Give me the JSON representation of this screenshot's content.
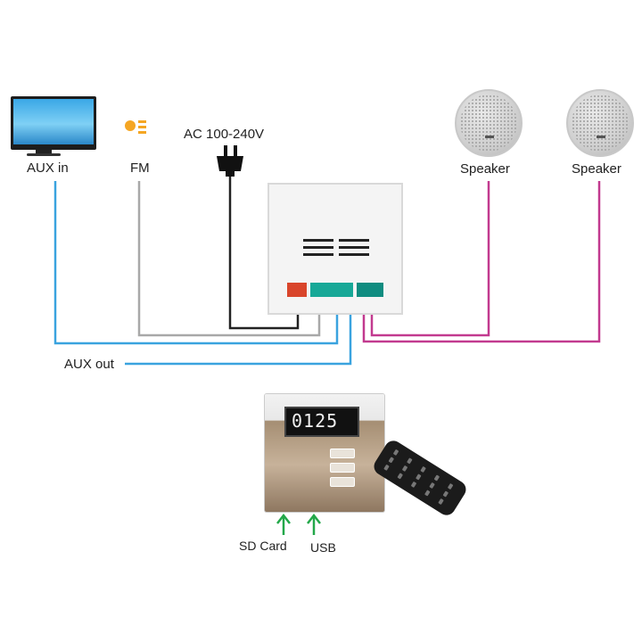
{
  "labels": {
    "aux_in": "AUX in",
    "fm": "FM",
    "ac": "AC 100-240V",
    "speaker_left": "Speaker",
    "speaker_right": "Speaker",
    "aux_out": "AUX out",
    "sd_card": "SD Card",
    "usb": "USB"
  },
  "display": {
    "lcd_time": "0125"
  },
  "colors": {
    "aux_in_wire": "#3aa3df",
    "fm_wire": "#a8a8a8",
    "ac_wire": "#222222",
    "speaker_wire": "#c23a8f",
    "aux_out_wire": "#3aa3df",
    "arrow": "#23a84a",
    "radio": "#f5a623"
  },
  "icons": {
    "tv": "tv-icon",
    "radio": "radio-icon",
    "plug": "power-plug-icon",
    "speaker": "ceiling-speaker-icon",
    "remote": "remote-control-icon"
  }
}
